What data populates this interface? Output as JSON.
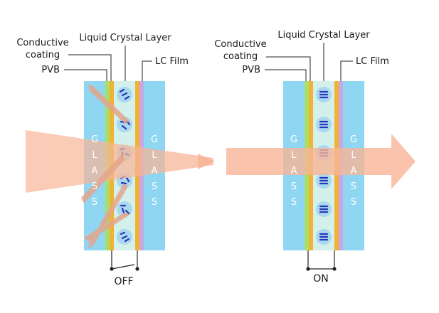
{
  "panels": [
    {
      "id": "off",
      "labels": {
        "conductive_line1": "Conductive",
        "conductive_line2": "coating",
        "pvb": "PVB",
        "liquid_crystal": "Liquid Crystal Layer",
        "lc_film": "LC Film"
      },
      "glass_letters": [
        "G",
        "L",
        "A",
        "S",
        "S"
      ],
      "state": "OFF",
      "switch": "open"
    },
    {
      "id": "on",
      "labels": {
        "conductive_line1": "Conductive",
        "conductive_line2": "coating",
        "pvb": "PVB",
        "liquid_crystal": "Liquid Crystal Layer",
        "lc_film": "LC Film"
      },
      "glass_letters": [
        "G",
        "L",
        "A",
        "S",
        "S"
      ],
      "state": "ON",
      "switch": "closed"
    }
  ],
  "colors": {
    "glass": "#8fd6f2",
    "pvb": "#a6e06a",
    "conductive": "#f2b233",
    "lc_layer": "#d3f0ea",
    "lc_film": "#c8a8e0",
    "molecule_disk": "#a9d8ef",
    "molecule_dash": "#2538b8",
    "light": "#f8b596"
  }
}
